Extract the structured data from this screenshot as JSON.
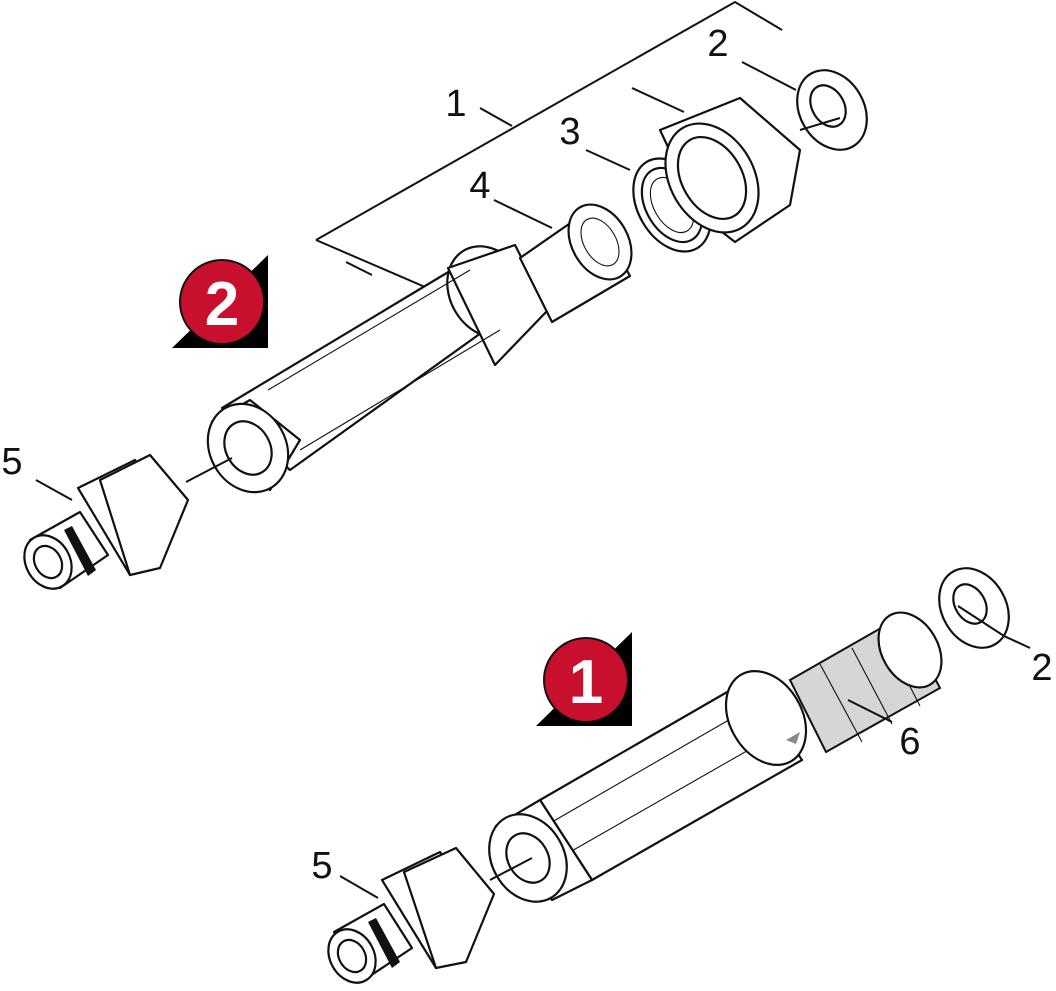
{
  "assemblies": [
    {
      "badge": "2",
      "badge_color": "#c8102e"
    },
    {
      "badge": "1",
      "badge_color": "#c8102e"
    }
  ],
  "callouts": {
    "a2_1": "1",
    "a2_2": "2",
    "a2_3": "3",
    "a2_4": "4",
    "a2_5": "5",
    "a1_2": "2",
    "a1_6": "6",
    "a1_5": "5"
  },
  "colors": {
    "line": "#111111",
    "badge_red": "#c8102e",
    "badge_shadow": "#000000"
  }
}
